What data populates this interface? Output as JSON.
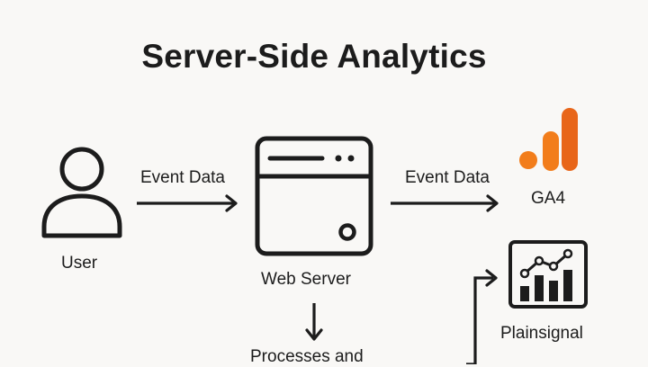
{
  "title": "Server-Side Analytics",
  "nodes": {
    "user": {
      "label": "User",
      "icon": "user-icon"
    },
    "web_server": {
      "label": "Web Server",
      "icon": "server-icon"
    },
    "ga4": {
      "label": "GA4",
      "icon": "ga4-bars-icon"
    },
    "plainsignal": {
      "label": "Plainsignal",
      "icon": "analytics-chart-icon"
    },
    "processes": {
      "label": "Processes and"
    }
  },
  "edges": {
    "user_to_server": {
      "label": "Event Data"
    },
    "server_to_ga4": {
      "label": "Event Data"
    }
  },
  "colors": {
    "ink": "#1c1c1c",
    "background": "#f9f8f6",
    "ga4_orange": "#f27d1b",
    "ga4_orange_dark": "#e8661a"
  }
}
